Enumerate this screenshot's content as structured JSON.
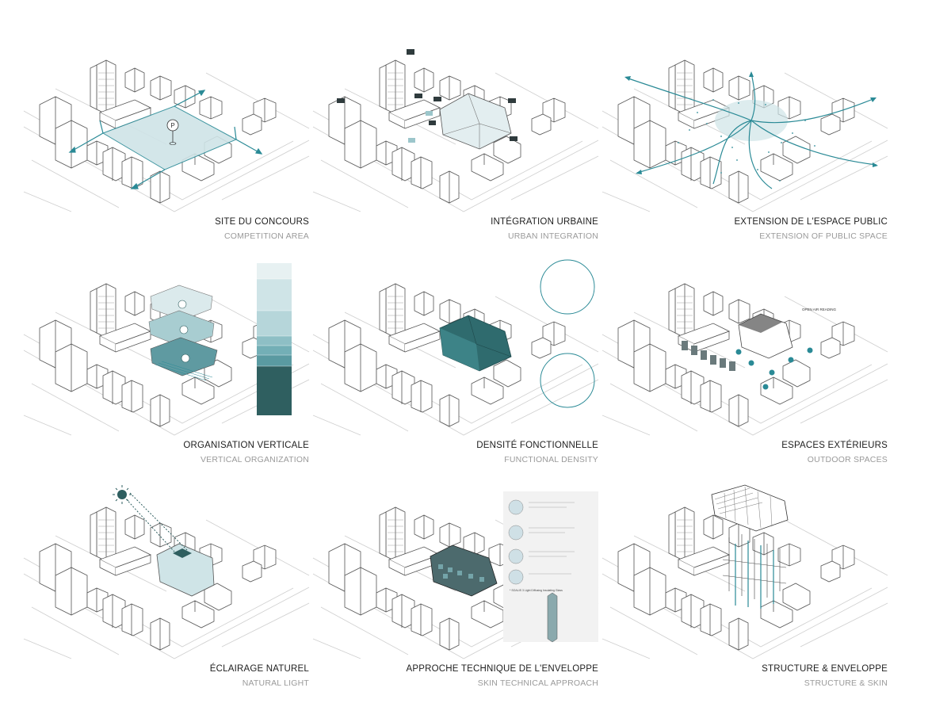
{
  "panels": [
    {
      "fr": "SITE DU CONCOURS",
      "en": "COMPETITION AREA",
      "parking_glyph": "P"
    },
    {
      "fr": "INTÉGRATION URBAINE",
      "en": "URBAN INTEGRATION"
    },
    {
      "fr": "EXTENSION DE L'ESPACE PUBLIC",
      "en": "EXTENSION OF PUBLIC SPACE"
    },
    {
      "fr": "ORGANISATION VERTICALE",
      "en": "VERTICAL ORGANIZATION"
    },
    {
      "fr": "DENSITÉ FONCTIONNELLE",
      "en": "FUNCTIONAL DENSITY"
    },
    {
      "fr": "ESPACES EXTÉRIEURS",
      "en": "OUTDOOR SPACES",
      "tag": "OPEN AIR READING"
    },
    {
      "fr": "ÉCLAIRAGE NATUREL",
      "en": "NATURAL LIGHT"
    },
    {
      "fr": "APPROCHE TECHNIQUE DE L'ENVELOPPE",
      "en": "SKIN TECHNICAL APPROACH",
      "note": "* SOALIS 3 Light Diffusing Insulating Glass"
    },
    {
      "fr": "STRUCTURE & ENVELOPPE",
      "en": "STRUCTURE & SKIN"
    }
  ],
  "colors": {
    "teal": "#2a8a96",
    "teal_light": "#cfe4e7",
    "teal_mid": "#7fb3b9",
    "teal_dark": "#2f5f60",
    "line": "#555555",
    "caption": "#1e1e1e",
    "caption_en": "#9a9a9a"
  },
  "icons": [
    "parking-pin-icon",
    "compass-arrow-icon",
    "sun-icon",
    "speaker-icon"
  ]
}
